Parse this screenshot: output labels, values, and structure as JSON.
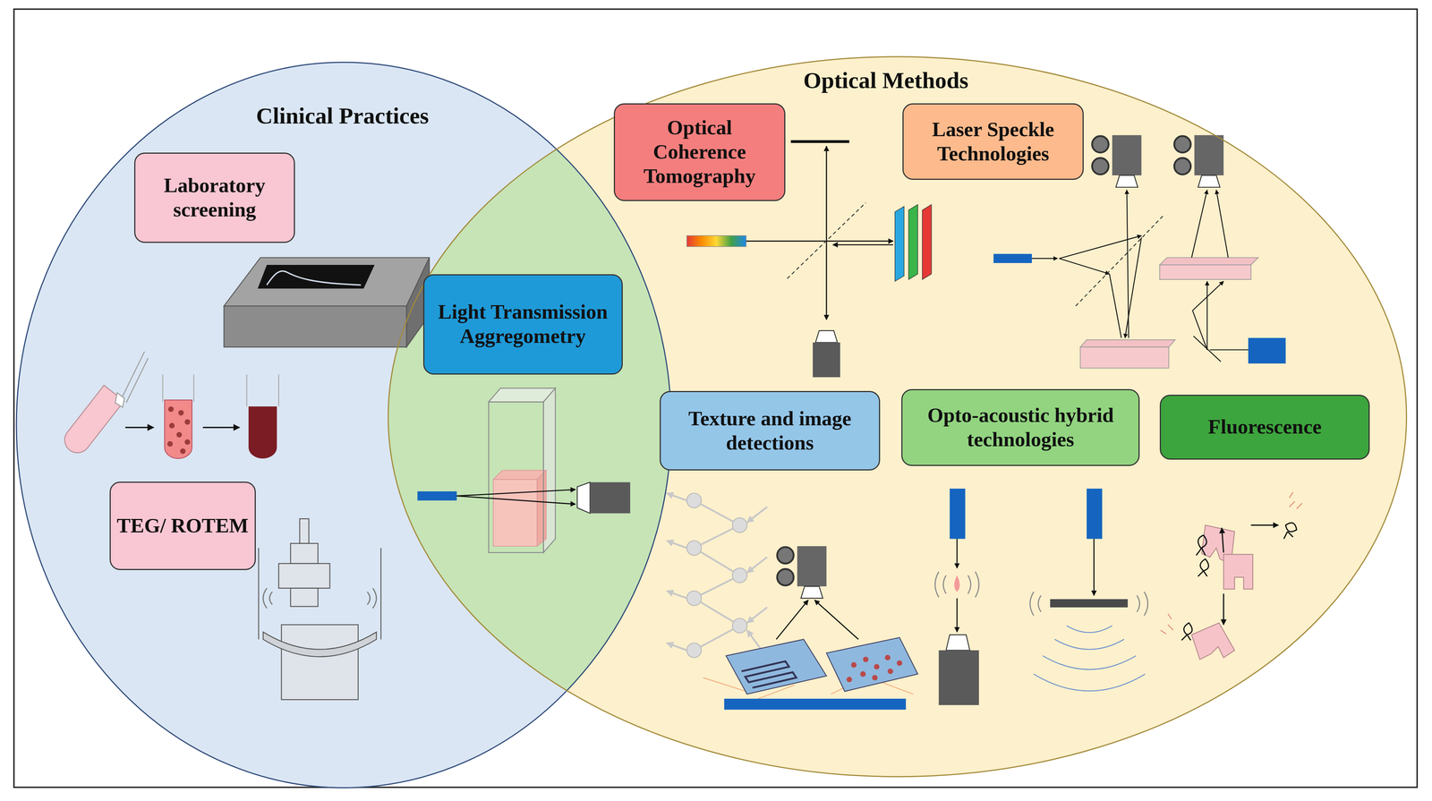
{
  "diagram": {
    "nodes": [
      {
        "text": [
          "Clinical Practices"
        ]
      },
      {
        "text": [
          "Laboratory screening"
        ],
        "in": 0
      },
      {
        "text": [
          "TEG/ ROTEM"
        ],
        "in": 0
      },
      {
        "text": [
          "Optical Methods"
        ]
      },
      {
        "text": [
          "Light Transmission Aggregometry"
        ]
      },
      {
        "text": [
          "Optical Coherence Tomography"
        ],
        "in": 3
      },
      {
        "text": [
          "Laser Speckle Technologies"
        ],
        "in": 3
      },
      {
        "text": [
          "Texture and image detections"
        ],
        "in": 3
      },
      {
        "text": [
          "Opto-acoustic hybrid technologies"
        ],
        "in": 3
      },
      {
        "text": [
          "Fluorescence"
        ],
        "in": 3
      }
    ]
  }
}
